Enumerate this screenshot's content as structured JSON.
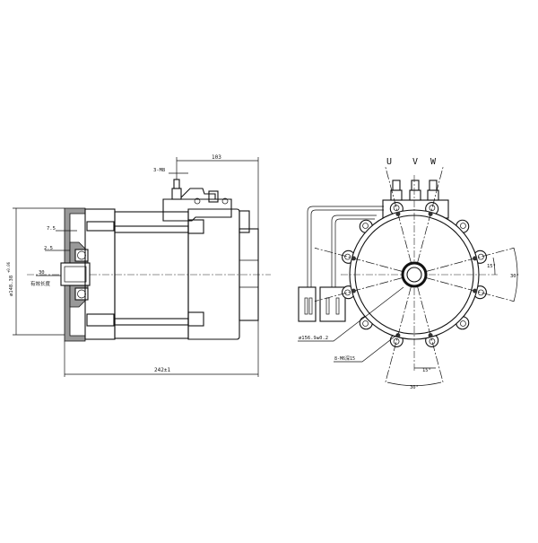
{
  "side_view": {
    "dim_terminal_offset": "103",
    "dim_stud_thread": "3-M8",
    "dim_flange_thickness": "7.5",
    "dim_bearing_offset": "2.5",
    "dim_shaft": "30",
    "dim_shaft_note": "有效长度",
    "dim_pilot_diameter": "ø148.38",
    "dim_pilot_tolerance": "+0.06",
    "dim_total_length": "242±1"
  },
  "end_view": {
    "phase_labels": [
      "U",
      "V",
      "W"
    ],
    "angle_small_right": "15°",
    "angle_large_right": "30°",
    "angle_small_bottom": "15°",
    "angle_large_bottom": "30°",
    "bolt_circle": "ø156.9±0.2",
    "bolt_holes": "8-M6深15"
  }
}
